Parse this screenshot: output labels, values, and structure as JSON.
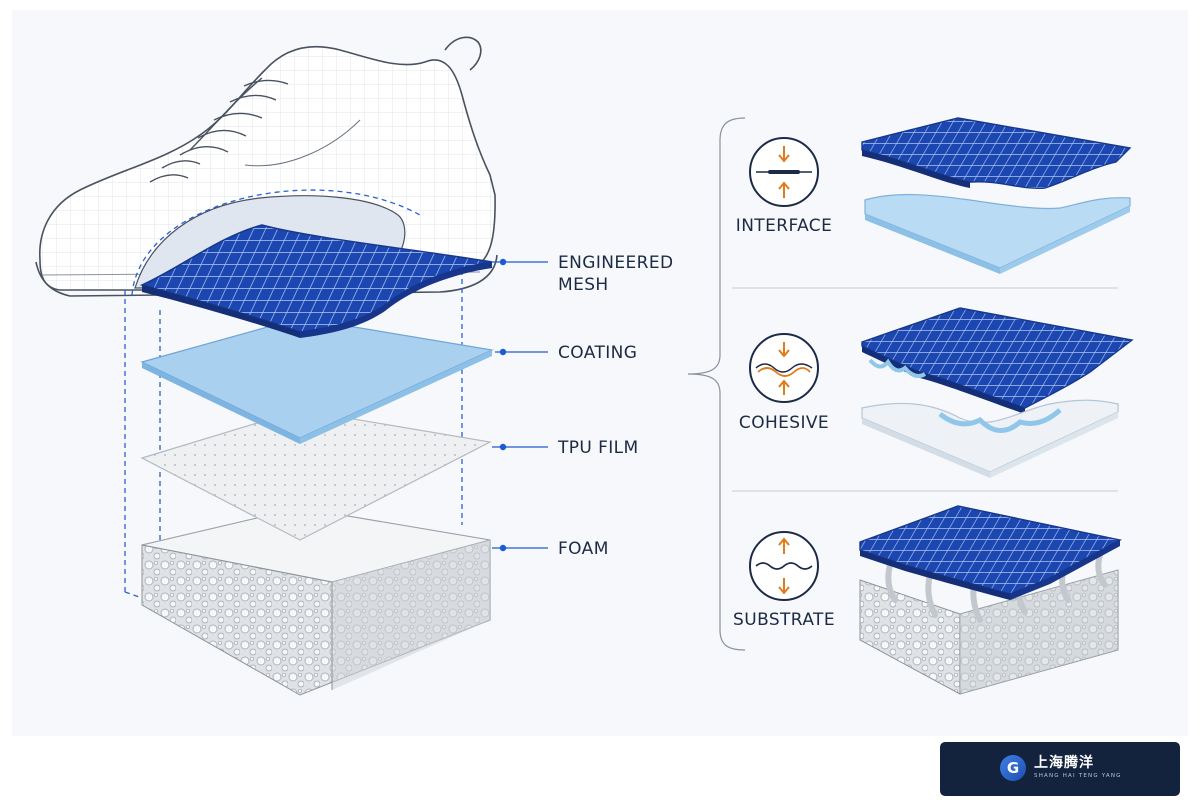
{
  "colors": {
    "mesh": "#1d47b0",
    "mesh_grid": "#a9c2f2",
    "coating": "#a9d0ef",
    "film": "#eef0f2",
    "foam": "#e0e3e6",
    "leader": "#1d5bd1",
    "accent_arrow": "#e07b1a",
    "text": "#1c2a44",
    "brand_bg": "#14233d"
  },
  "layers": [
    {
      "label": "ENGINEERED\nMESH"
    },
    {
      "label": "COATING"
    },
    {
      "label": "TPU FILM"
    },
    {
      "label": "FOAM"
    }
  ],
  "failure_modes": [
    {
      "label": "INTERFACE",
      "icon": "interface-failure-icon"
    },
    {
      "label": "COHESIVE",
      "icon": "cohesive-failure-icon"
    },
    {
      "label": "SUBSTRATE",
      "icon": "substrate-failure-icon"
    }
  ],
  "brand": {
    "logo_letter": "G",
    "name_cn": "上海腾洋",
    "name_en": "SHANG HAI TENG YANG"
  }
}
